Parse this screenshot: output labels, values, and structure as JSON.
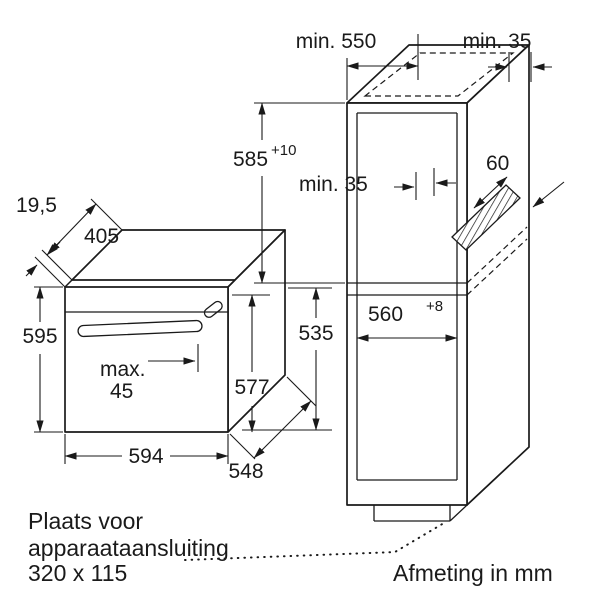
{
  "oven": {
    "door_thickness": "19,5",
    "top_depth": "405",
    "height_total": "595",
    "handle_note": "max.",
    "handle_value": "45",
    "front_height": "577",
    "rear_height": "535",
    "width": "594",
    "depth": "548"
  },
  "cabinet": {
    "depth_min": "min. 550",
    "top_rear_gap_min": "min. 35",
    "niche_height": "585",
    "niche_height_tolerance": "+10",
    "mid_rear_gap_min": "min. 35",
    "vent_depth": "60",
    "niche_width": "560",
    "niche_width_tolerance": "+8"
  },
  "notes": {
    "connection_line1": "Plaats voor",
    "connection_line2": "apparaataansluiting",
    "connection_size": "320 x 115",
    "units": "Afmeting in mm"
  },
  "colors": {
    "ink": "#1a1a1a",
    "background": "#ffffff"
  }
}
